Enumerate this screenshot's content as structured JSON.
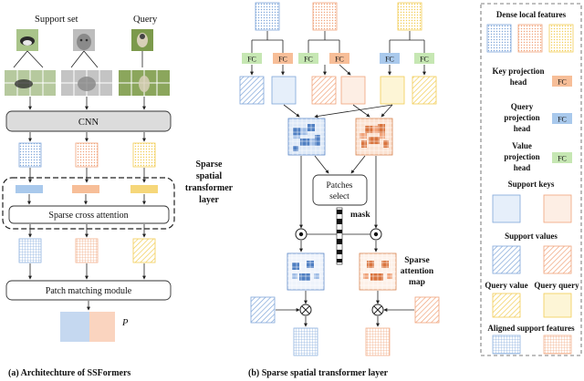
{
  "panel_a": {
    "support_set": "Support set",
    "query": "Query",
    "cnn": "CNN",
    "sparse_cross_attention": "Sparse cross attention",
    "patch_matching_module": "Patch matching module",
    "p_label": "P",
    "layer_label": [
      "Sparse",
      "spatial",
      "transformer",
      "layer"
    ],
    "caption": "(a) Architechture of SSFormers"
  },
  "panel_b": {
    "fc": "FC",
    "patches_select": [
      "Patches",
      "select"
    ],
    "mask": "mask",
    "sparse_attention_map": [
      "Sparse",
      "attention",
      "map"
    ],
    "caption": "(b) Sparse spatial transformer layer"
  },
  "legend": {
    "dense_local_features": "Dense local features",
    "key_projection_head": [
      "Key projection",
      "head"
    ],
    "query_projection_head": [
      "Query",
      "projection",
      "head"
    ],
    "value_projection_head": [
      "Value",
      "projection",
      "head"
    ],
    "support_keys": "Support keys",
    "support_values": "Support values",
    "query_value": "Query value",
    "query_query": "Query query",
    "aligned_support_features": "Aligned support features",
    "fc": "FC"
  },
  "colors": {
    "blue": "#7fa6d9",
    "orange": "#f0a37a",
    "yellow": "#f5d35c",
    "fc_green": "#c6e7b3",
    "fc_orange": "#f7be98",
    "fc_blue": "#a9c9ec",
    "cnn_gray": "#dcdcdc"
  }
}
